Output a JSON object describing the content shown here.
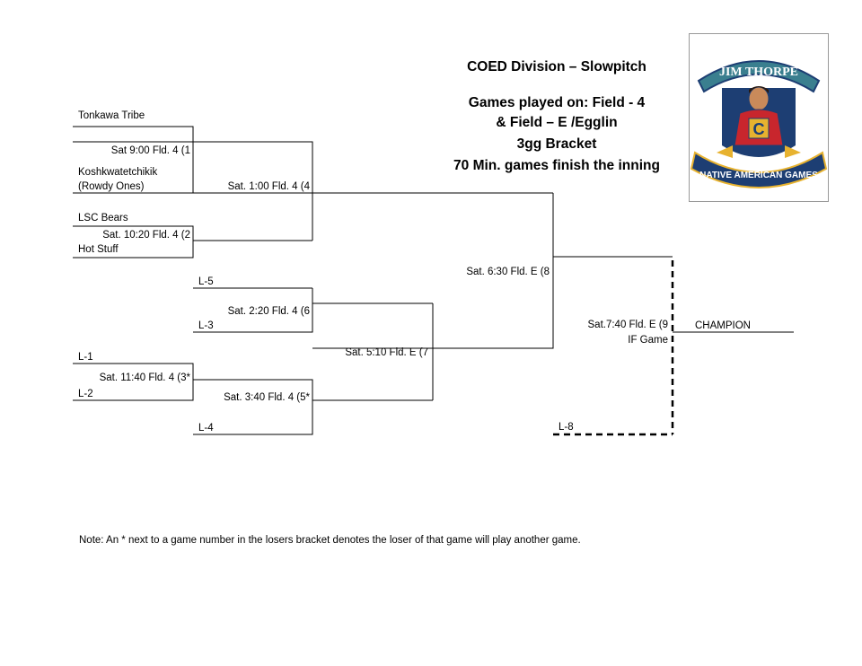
{
  "header": {
    "division": "COED Division – Slowpitch",
    "games_line1": "Games played on: Field - 4",
    "games_line2": "& Field – E /Egglin",
    "bracket_type": "3gg Bracket",
    "rule": "70 Min. games finish the inning"
  },
  "logo": {
    "top_arc": "JIM THORPE",
    "bottom_arc": "NATIVE AMERICAN GAMES",
    "emblem_letter": "C",
    "colors": {
      "navy": "#1d3e73",
      "gold": "#e7b22f",
      "red": "#c8262d",
      "teal": "#3a7f8f"
    }
  },
  "teams": {
    "t1": "Tonkawa Tribe",
    "t2a": "Koshkwatetchikik",
    "t2b": "(Rowdy Ones)",
    "t3": "LSC Bears",
    "t4": "Hot Stuff"
  },
  "games": {
    "g1": "Sat 9:00 Fld. 4 (1",
    "g2": "Sat. 10:20 Fld. 4 (2",
    "g3": "Sat. 11:40 Fld. 4 (3*",
    "g4": "Sat. 1:00 Fld. 4 (4",
    "g5": "Sat. 3:40 Fld. 4 (5*",
    "g6": "Sat. 2:20 Fld. 4 (6",
    "g7": "Sat. 5:10 Fld. E (7",
    "g8": "Sat. 6:30 Fld. E (8",
    "g9": "Sat.7:40 Fld. E (9",
    "g9_note": "IF Game"
  },
  "losers": {
    "l1": "L-1",
    "l2": "L-2",
    "l3": "L-3",
    "l4": "L-4",
    "l5": "L-5",
    "l8": "L-8"
  },
  "champion": "CHAMPION",
  "note": "Note:  An * next to a game number in the losers bracket denotes the loser of that game will play another game."
}
